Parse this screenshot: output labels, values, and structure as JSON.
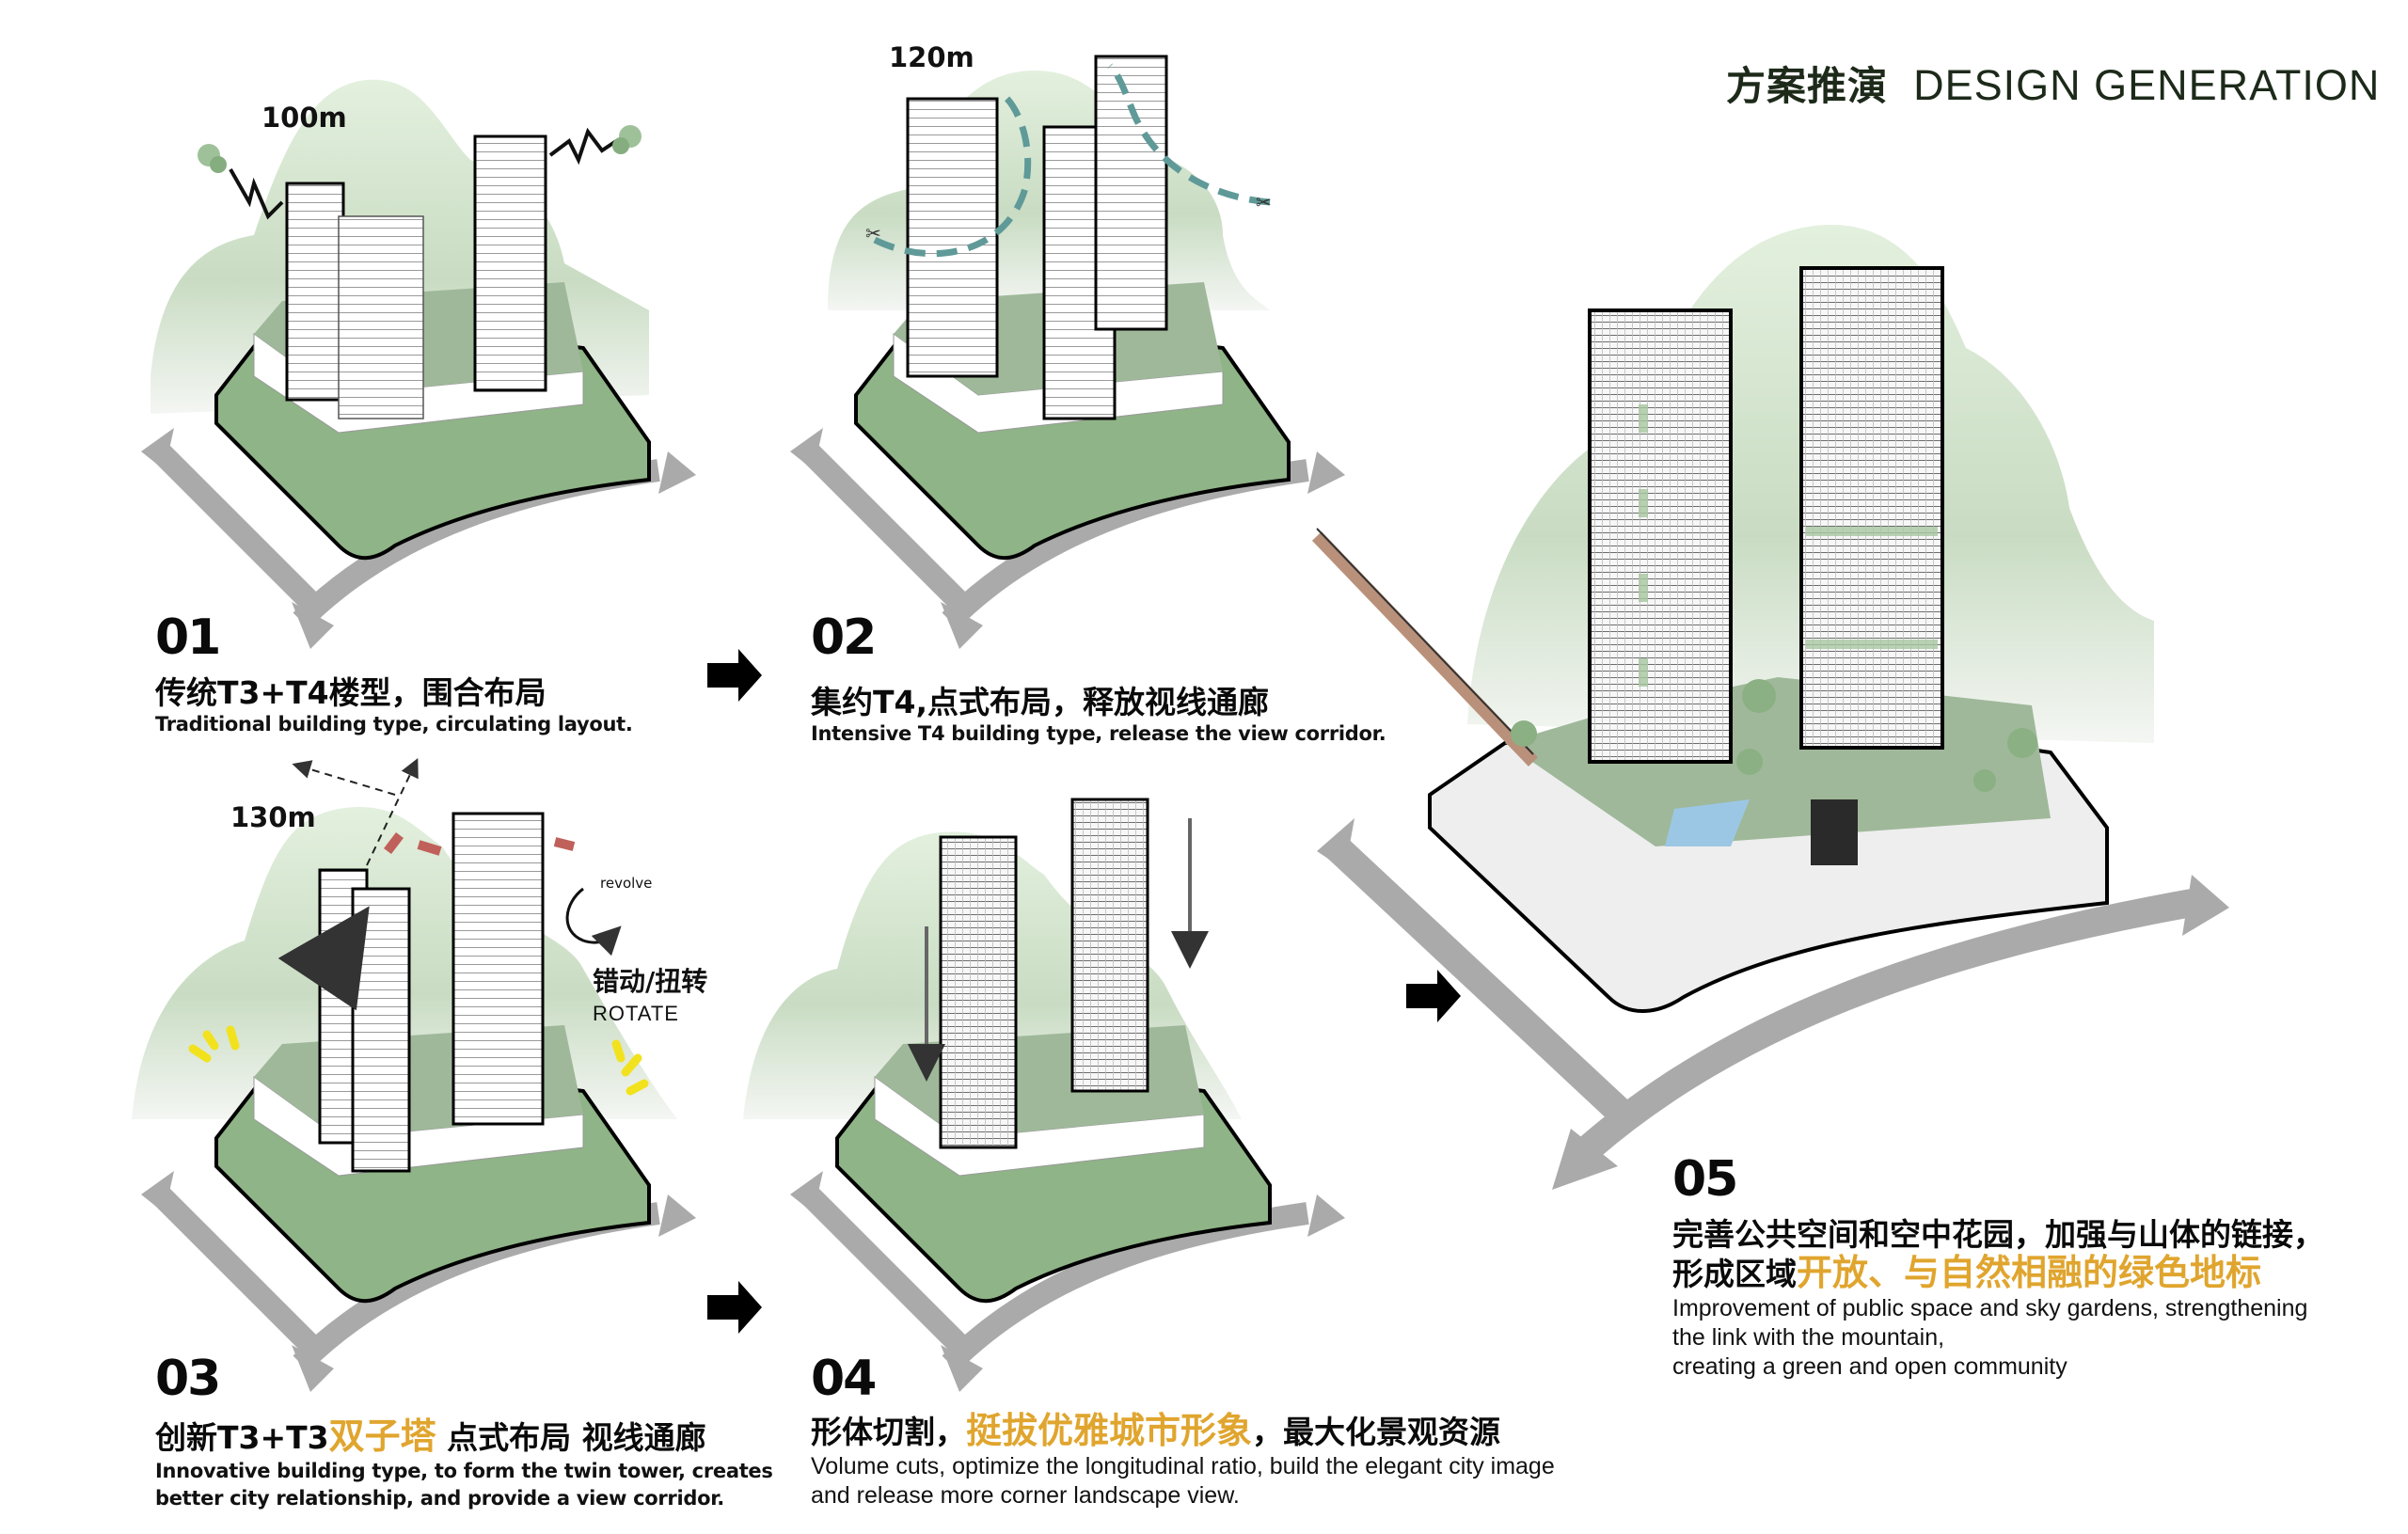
{
  "header": {
    "title_cn": "方案推演",
    "title_en": "DESIGN GENERATION"
  },
  "colors": {
    "accent_gold": "#e0a52e",
    "plaza_green": "#8fb487",
    "mountain_green": "#d4e6cf",
    "arrow_grey": "#aaaaaa",
    "title_dark_green": "#1d2a1a",
    "view_corridor_teal": "#5f9a98",
    "rotate_arrow_red": "#c0605a",
    "highlight_yellow": "#f2e21e",
    "bridge_brown": "#b9917a",
    "water_blue": "#9cc7e4"
  },
  "steps": [
    {
      "number": "01",
      "height_label": "100m",
      "title_cn": "传统T3+T4楼型，围合布局",
      "desc_en": [
        "Traditional building type,  circulating layout."
      ]
    },
    {
      "number": "02",
      "height_label": "120m",
      "title_cn": "集约T4,点式布局，释放视线通廊",
      "desc_en": [
        "Intensive T4 building type,  release the view corridor."
      ]
    },
    {
      "number": "03",
      "height_label": "130m",
      "title_cn_before": "创新T3+T3",
      "title_cn_highlight": "双子塔",
      "title_cn_after": " 点式布局 视线通廊",
      "desc_en": [
        "Innovative building type, to form the twin tower, creates",
        "better city relationship, and provide a view corridor."
      ],
      "annotation_small": "revolve",
      "annotation_cn": "错动/扭转",
      "annotation_en": "ROTATE"
    },
    {
      "number": "04",
      "title_cn_before": "形体切割，",
      "title_cn_highlight": "挺拔优雅城市形象",
      "title_cn_after": "，最大化景观资源",
      "desc_en": [
        "Volume cuts, optimize the longitudinal ratio, build the elegant city image",
        "and release more corner landscape view."
      ]
    },
    {
      "number": "05",
      "title_cn_line1": "完善公共空间和空中花园，加强与山体的链接，",
      "title_cn_line2_before": "形成区域",
      "title_cn_line2_highlight": "开放、与自然相融的绿色地标",
      "desc_en": [
        "Improvement of public space and sky gardens, strengthening",
        "the link with the mountain,",
        "creating a green and open community"
      ]
    }
  ],
  "flow_arrows": [
    "step-01-to-02",
    "step-03-to-04",
    "step-04-to-05"
  ]
}
